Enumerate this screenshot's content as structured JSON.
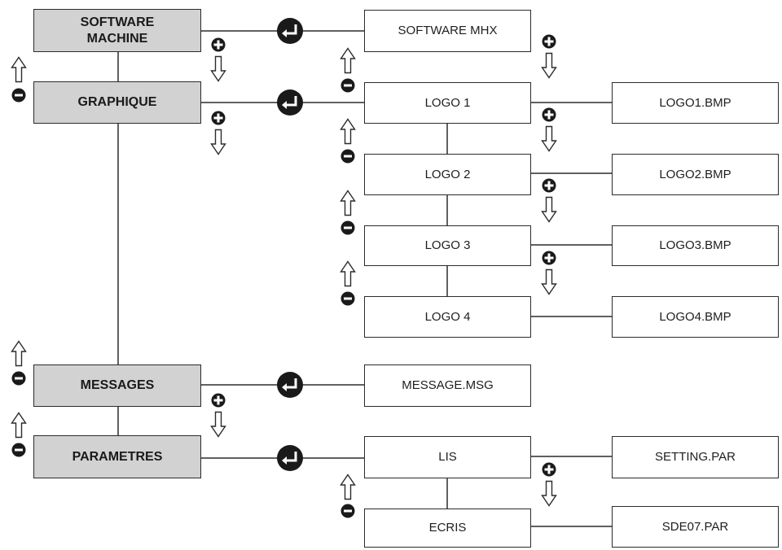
{
  "menu": {
    "software_machine": "SOFTWARE\nMACHINE",
    "graphique": "GRAPHIQUE",
    "messages": "MESSAGES",
    "parametres": "PARAMETRES"
  },
  "files": {
    "software_mhx": "SOFTWARE MHX",
    "logo1": "LOGO 1",
    "logo2": "LOGO 2",
    "logo3": "LOGO 3",
    "logo4": "LOGO 4",
    "logo1_bmp": "LOGO1.BMP",
    "logo2_bmp": "LOGO2.BMP",
    "logo3_bmp": "LOGO3.BMP",
    "logo4_bmp": "LOGO4.BMP",
    "message_msg": "MESSAGE.MSG",
    "lis": "LIS",
    "ecris": "ECRIS",
    "setting_par": "SETTING.PAR",
    "sde07_par": "SDE07.PAR"
  },
  "icons": {
    "enter": "enter-key-icon",
    "plus": "plus-icon",
    "minus": "minus-icon",
    "arrow_up": "arrow-up-icon",
    "arrow_down": "arrow-down-icon"
  },
  "colors": {
    "menu_fill": "#d2d2d2",
    "box_border": "#2b2b2b",
    "icon_dark": "#1a1a1a"
  }
}
